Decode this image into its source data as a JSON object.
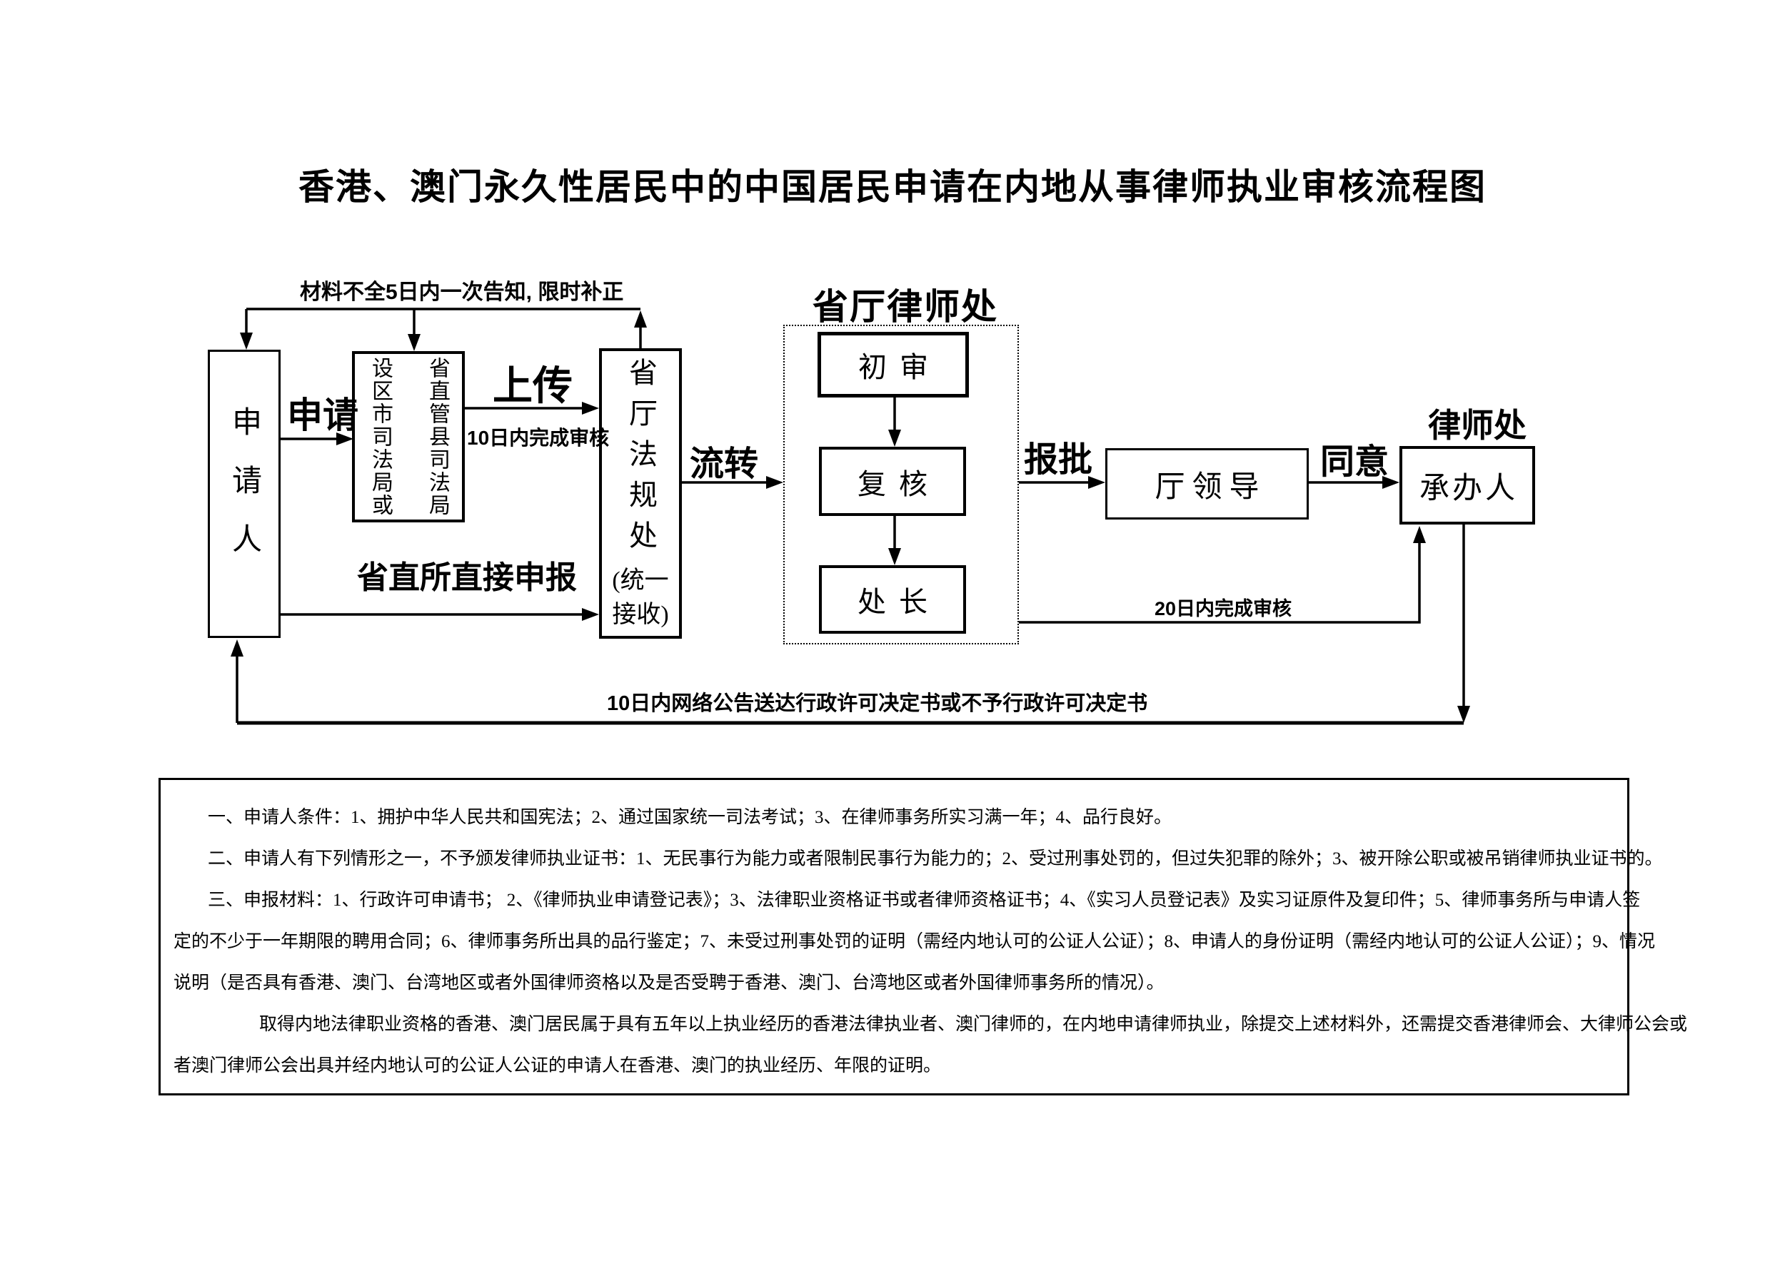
{
  "title": "香港、澳门永久性居民中的中国居民申请在内地从事律师执业审核流程图",
  "flowchart": {
    "nodes": {
      "applicant": "申请人",
      "local_bureau_left_col": "设区市司法局或",
      "local_bureau_right_col": "省直管县司法局",
      "provincial_legal_dept": "省厅法规处",
      "provincial_legal_dept_sub1": "(统一",
      "provincial_legal_dept_sub2": "接收)",
      "lawyer_dept_group_title": "省厅律师处",
      "initial_review": "初审",
      "second_review": "复核",
      "division_chief": "处长",
      "dept_leader": "厅领导",
      "lawyer_dept_title": "律师处",
      "case_handler": "承办人"
    },
    "edges": {
      "incomplete_notice": "材料不全5日内一次告知, 限时补正",
      "apply": "申请",
      "upload": "上传",
      "upload_note": "10日内完成审核",
      "direct_report": "省直所直接申报",
      "circulate": "流转",
      "submit_for_approval": "报批",
      "agree": "同意",
      "review_deadline": "20日内完成审核",
      "decision_delivery": "10日内网络公告送达行政许可决定书或不予行政许可决定书"
    }
  },
  "notes": {
    "lines": [
      "一、申请人条件：1、拥护中华人民共和国宪法；2、通过国家统一司法考试；3、在律师事务所实习满一年；4、品行良好。",
      "二、申请人有下列情形之一，不予颁发律师执业证书：1、无民事行为能力或者限制民事行为能力的；2、受过刑事处罚的，但过失犯罪的除外；3、被开除公职或被吊销律师执业证书的。",
      "三、申报材料：1、行政许可申请书； 2、《律师执业申请登记表》；3、法律职业资格证书或者律师资格证书；4、《实习人员登记表》及实习证原件及复印件；5、律师事务所与申请人签",
      "定的不少于一年期限的聘用合同；6、律师事务所出具的品行鉴定；7、未受过刑事处罚的证明（需经内地认可的公证人公证）；8、申请人的身份证明（需经内地认可的公证人公证）；9、情况",
      "说明（是否具有香港、澳门、台湾地区或者外国律师资格以及是否受聘于香港、澳门、台湾地区或者外国律师事务所的情况）。",
      "取得内地法律职业资格的香港、澳门居民属于具有五年以上执业经历的香港法律执业者、澳门律师的，在内地申请律师执业，除提交上述材料外，还需提交香港律师会、大律师公会或",
      "者澳门律师公会出具并经内地认可的公证人公证的申请人在香港、澳门的执业经历、年限的证明。"
    ]
  },
  "colors": {
    "ink": "#000000",
    "background": "#ffffff"
  }
}
